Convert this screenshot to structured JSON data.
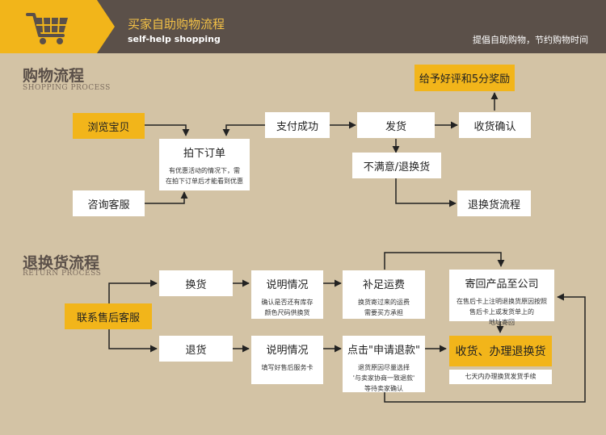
{
  "header": {
    "title": "买家自助购物流程",
    "subtitle": "self-help shopping",
    "right_text": "提倡自助购物，节约购物时间"
  },
  "colors": {
    "accent": "#f2b51a",
    "header_bg": "#5b5049",
    "page_bg": "#d3c3a5"
  },
  "shopping": {
    "title": "购物流程",
    "subtitle": "SHOPPING PROCESS",
    "browse": "浏览宝贝",
    "consult": "咨询客服",
    "order": "拍下订单",
    "order_note": [
      "有优惠活动的情况下，需",
      "在拍下订单后才能看到优惠"
    ],
    "pay_success": "支付成功",
    "ship": "发货",
    "receive": "收货确认",
    "review_reward": "给予好评和5分奖励",
    "unsatisfied": "不满意/退换货",
    "return_flow": "退换货流程"
  },
  "returns": {
    "title": "退换货流程",
    "subtitle": "RETURN PROCESS",
    "contact": "联系售后客服",
    "exchange": "换货",
    "explain1": "说明情况",
    "explain1_note": [
      "确认是否还有库存",
      "颜色尺码供换货"
    ],
    "pay_shipping": "补足运费",
    "pay_shipping_note": [
      "换货寄过来的运费",
      "需要买方承担"
    ],
    "send_back": "寄回产品至公司",
    "send_back_note": [
      "在售后卡上注明退换货原因按照",
      "售后卡上或发货单上的",
      "地址寄回"
    ],
    "refund": "退货",
    "explain2": "说明情况",
    "explain2_note": [
      "填写好售后服务卡"
    ],
    "apply_refund": "点击\"申请退款\"",
    "apply_refund_note": [
      "退货原因尽量选择",
      "'与卖家协商一致退款'",
      "等待卖家确认"
    ],
    "receive_handle": "收货、办理退换货",
    "receive_handle_note": [
      "七天内办理换货发货手续"
    ]
  }
}
